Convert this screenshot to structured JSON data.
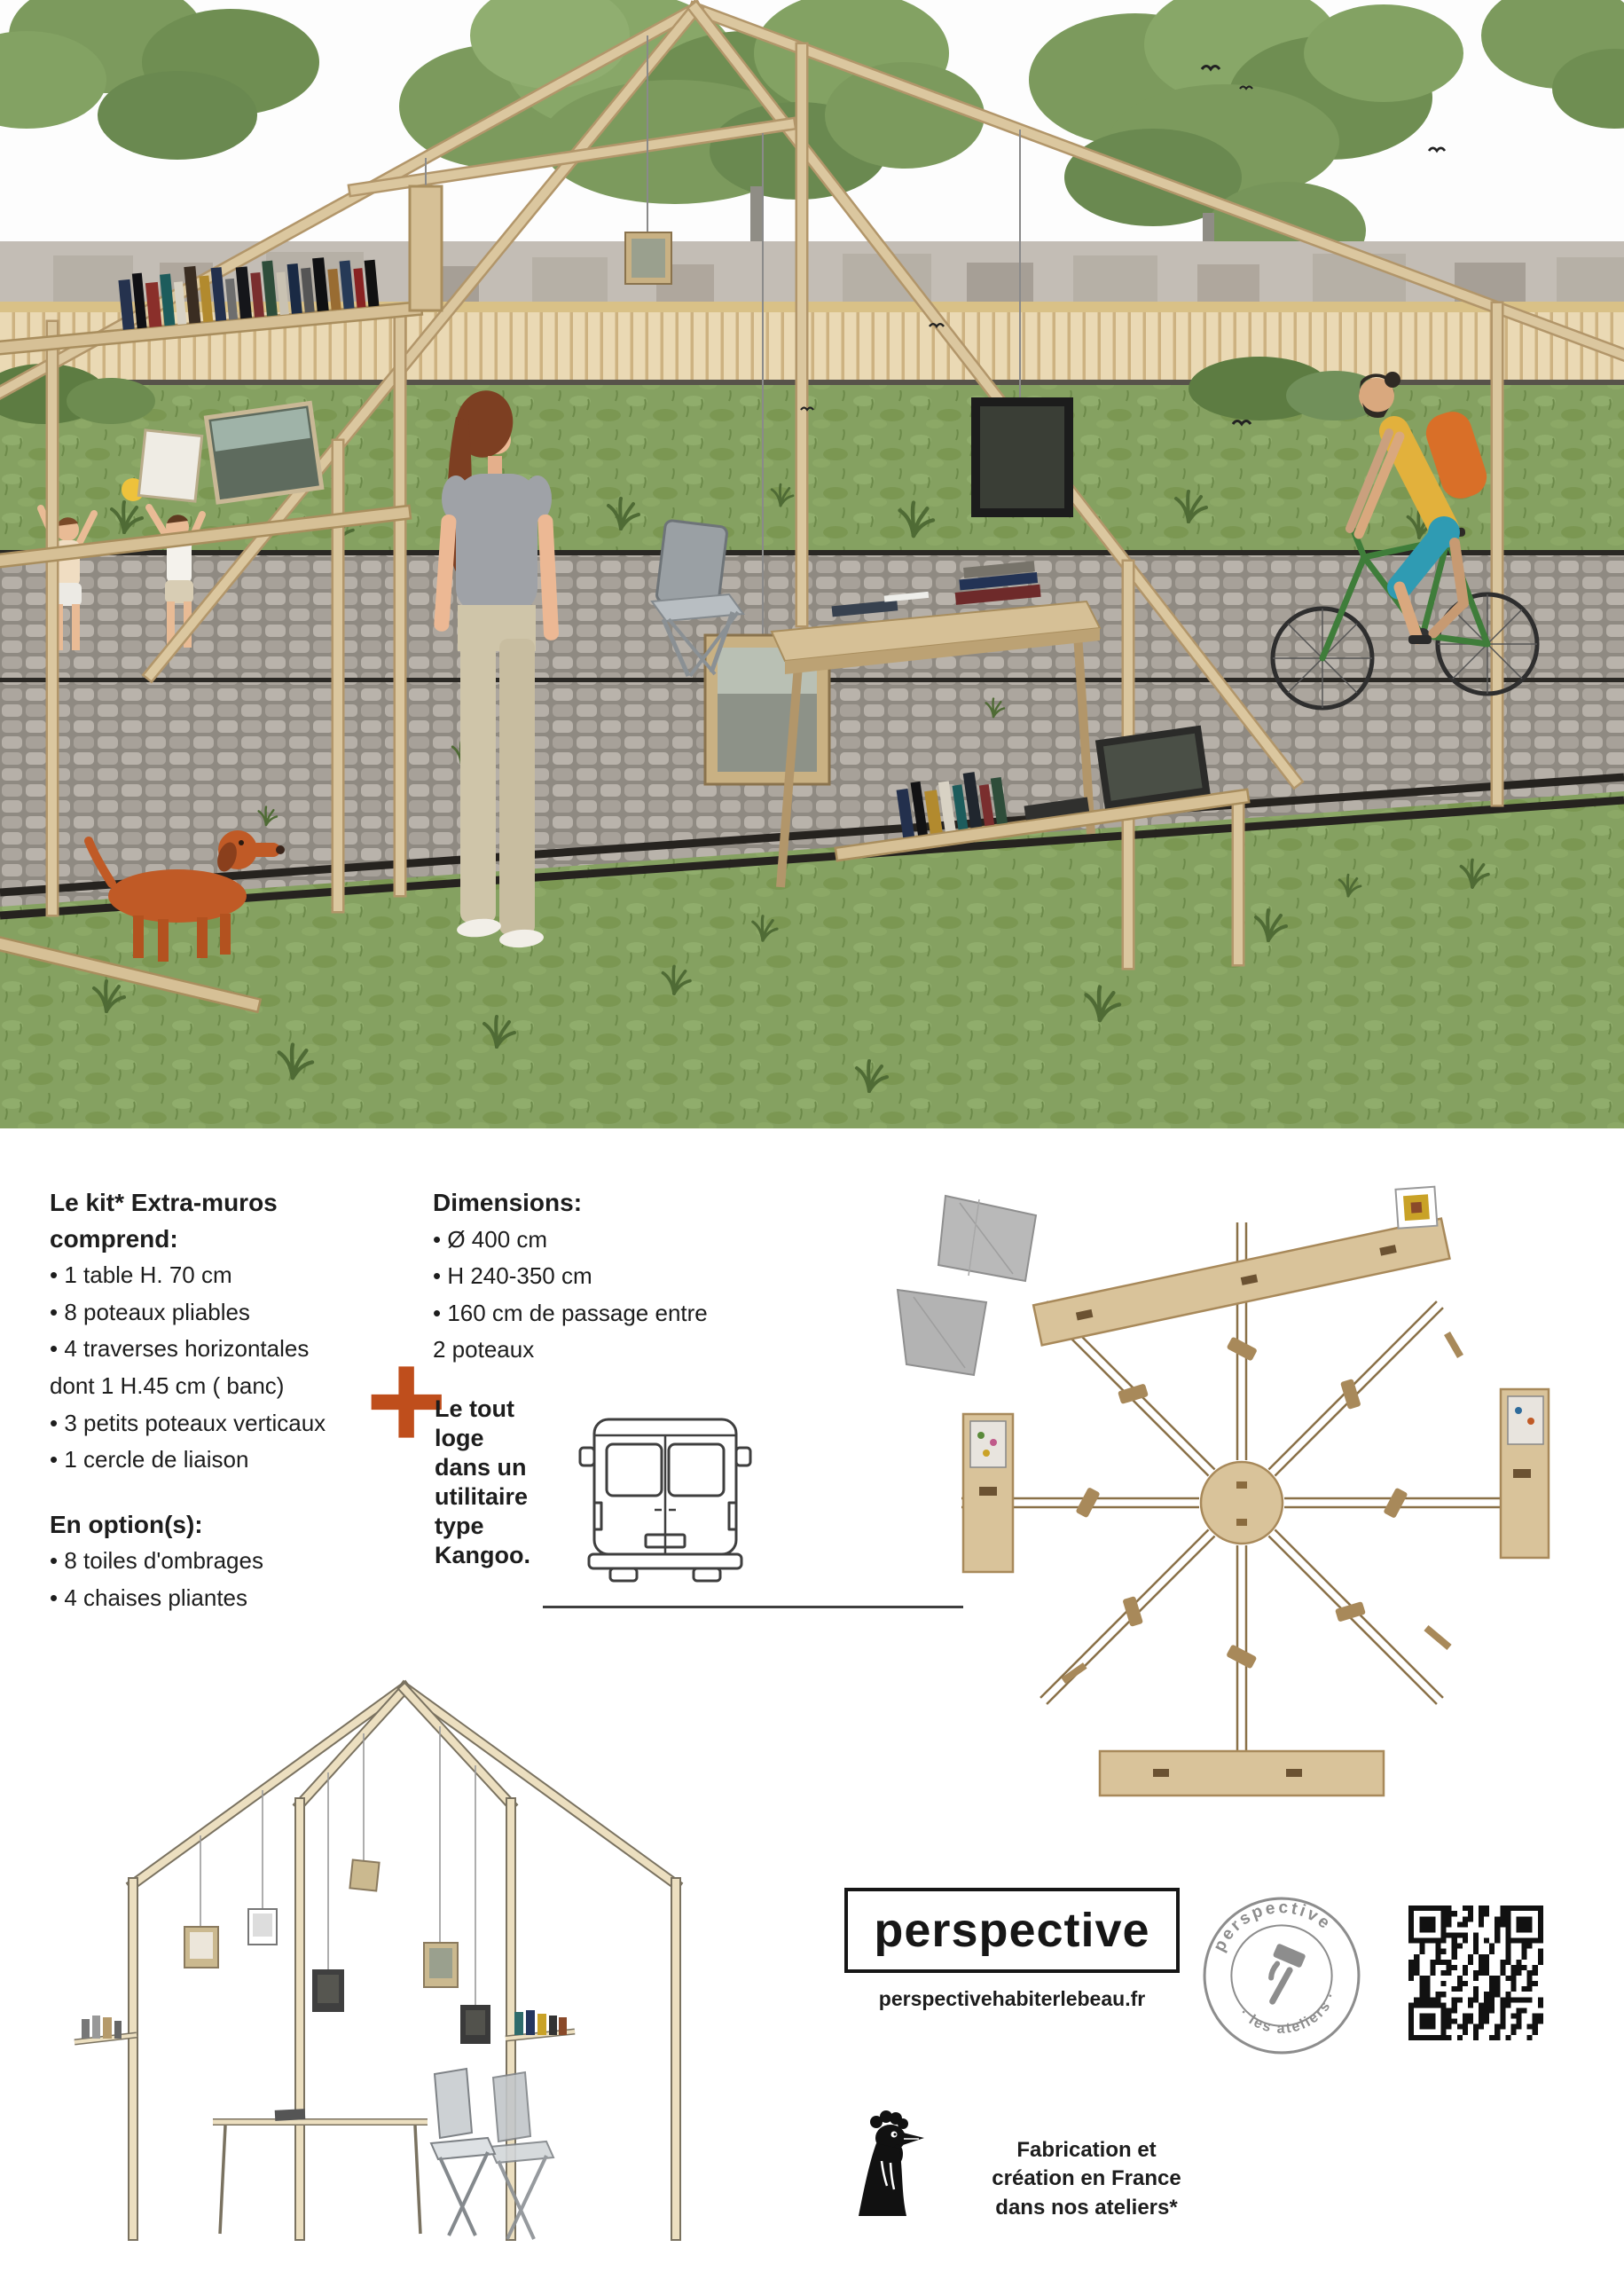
{
  "colors": {
    "accent_orange": "#bf4e1c",
    "wood": "#d9c49c",
    "grass": "#85a161",
    "ink": "#1d1d1d"
  },
  "kit": {
    "title_line1": "Le kit* Extra-muros",
    "title_line2": "comprend:",
    "items": [
      "•  1 table H. 70 cm",
      "• 8 poteaux pliables",
      "• 4 traverses horizontales",
      "dont 1 H.45 cm ( banc)",
      "• 3 petits poteaux verticaux",
      "• 1 cercle de liaison"
    ],
    "options_title": "En option(s):",
    "options": [
      "• 8 toiles d'ombrages",
      "• 4 chaises pliantes"
    ]
  },
  "dimensions": {
    "title": "Dimensions:",
    "items": [
      "• Ø 400 cm",
      "•  H 240-350 cm",
      "• 160 cm de passage entre",
      "2 poteaux"
    ]
  },
  "transport": {
    "plus_sign": "+",
    "text": "Le tout\nloge\ndans un\nutilitaire\ntype\nKangoo."
  },
  "branding": {
    "logo_text": "perspective",
    "website": "perspectivehabiterlebeau.fr",
    "stamp_text_top": "perspective",
    "stamp_text_bottom": "· les ateliers ·",
    "made_in_line1": "Fabrication et",
    "made_in_line2": "création en France",
    "made_in_line3": "dans nos ateliers*"
  }
}
